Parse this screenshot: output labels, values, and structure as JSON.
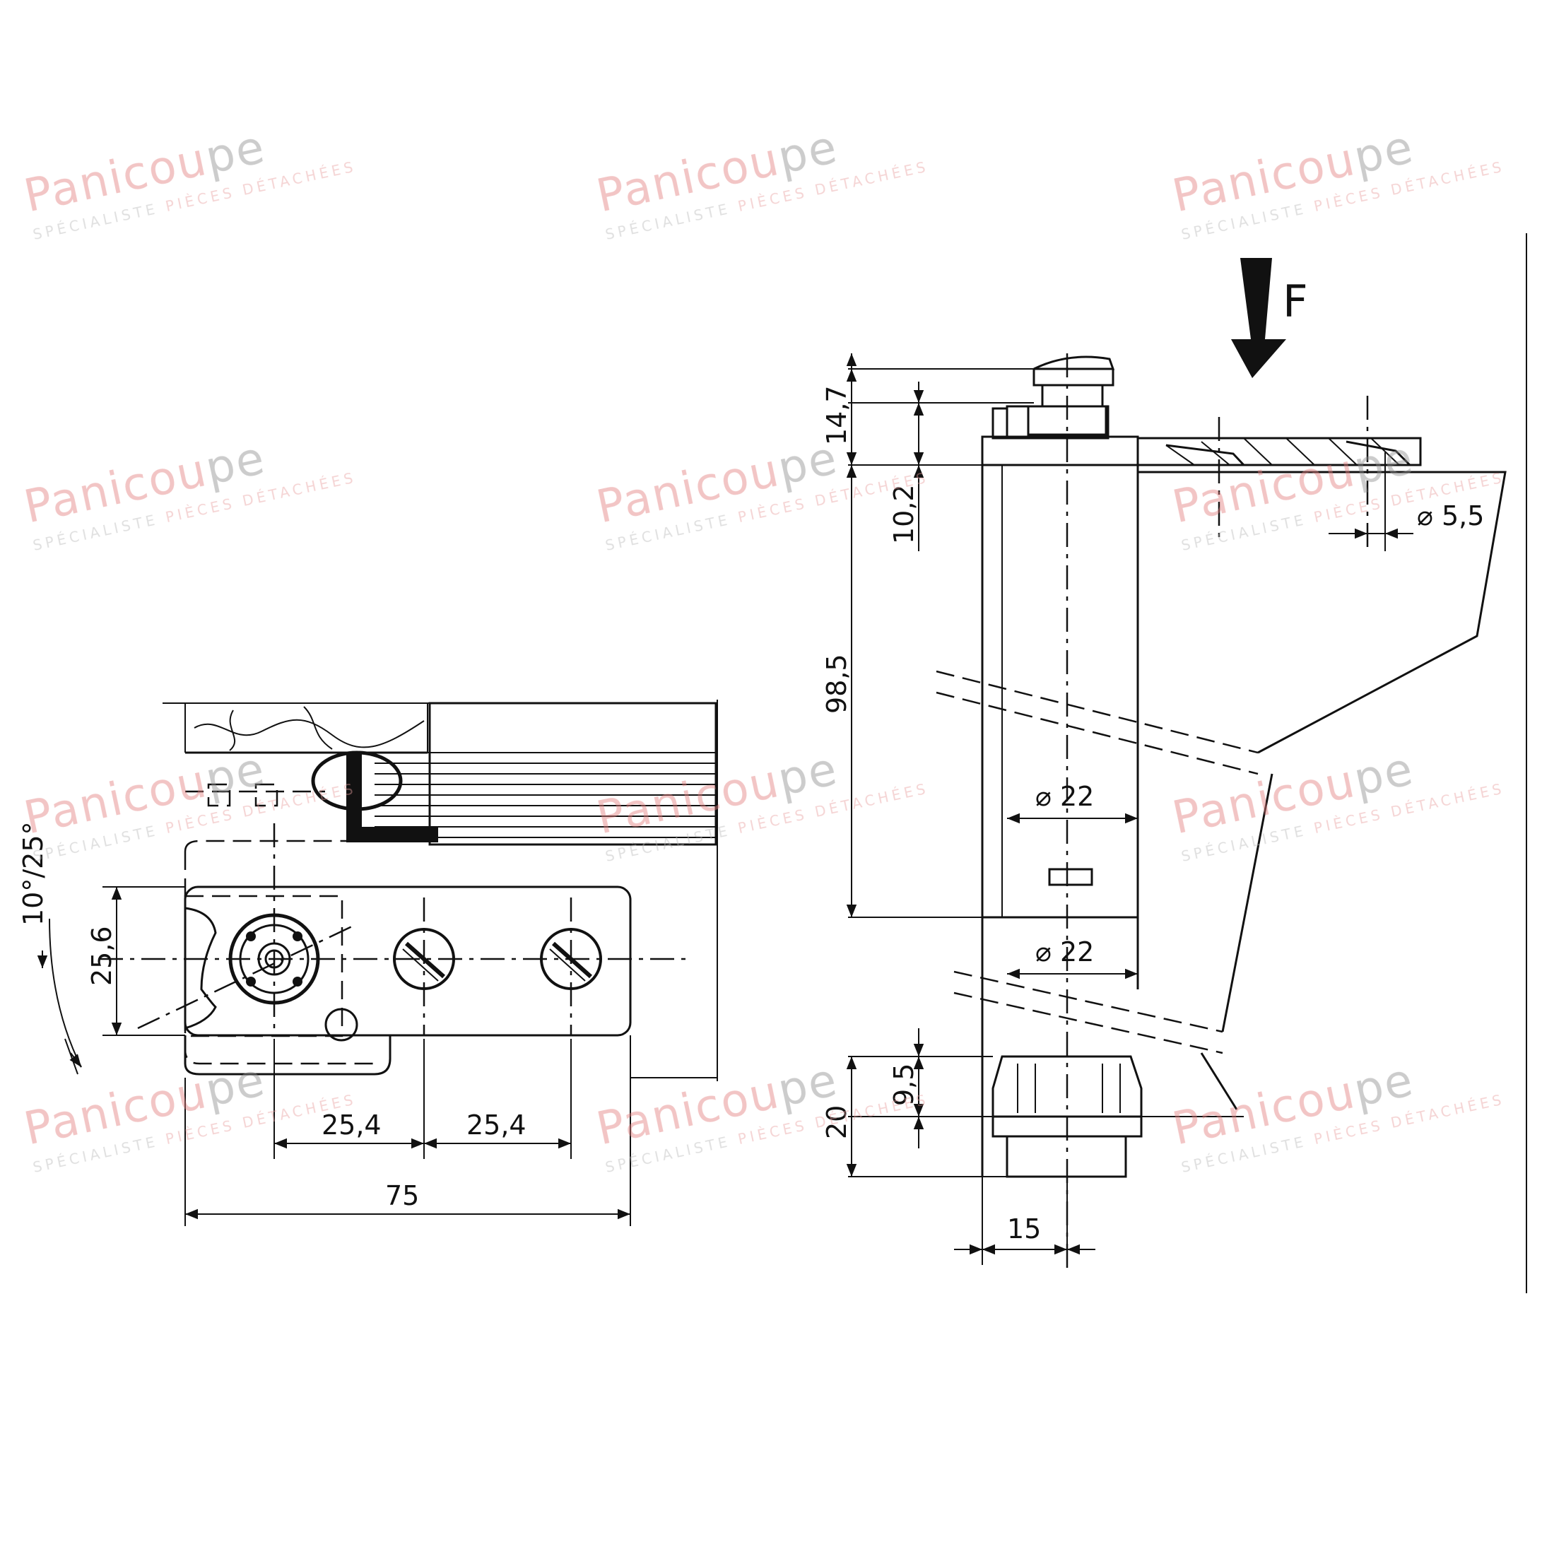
{
  "watermark": {
    "brand_part1": "Panicou",
    "brand_part2": "pe",
    "tagline_part1": "SPÉCIALISTE ",
    "tagline_part2": "PIÈCES DÉTACHÉES"
  },
  "left_view": {
    "dim_pitch_1": "25,4",
    "dim_pitch_2": "25,4",
    "dim_length": "75",
    "dim_height": "25,6",
    "dim_angle": "10°/25°"
  },
  "right_view": {
    "force_label": "F",
    "dim_top_cap": "14,7",
    "dim_plate": "10,2",
    "dim_body": "98,5",
    "dim_bottom": "20",
    "dim_step": "9,5",
    "dim_width": "15",
    "dim_diameter_1": "⌀ 22",
    "dim_diameter_2": "⌀ 22",
    "dim_hole": "⌀ 5,5"
  },
  "colors": {
    "line": "#111111",
    "watermark_red": "#e37d7d",
    "watermark_grey": "#8e8e8e"
  }
}
